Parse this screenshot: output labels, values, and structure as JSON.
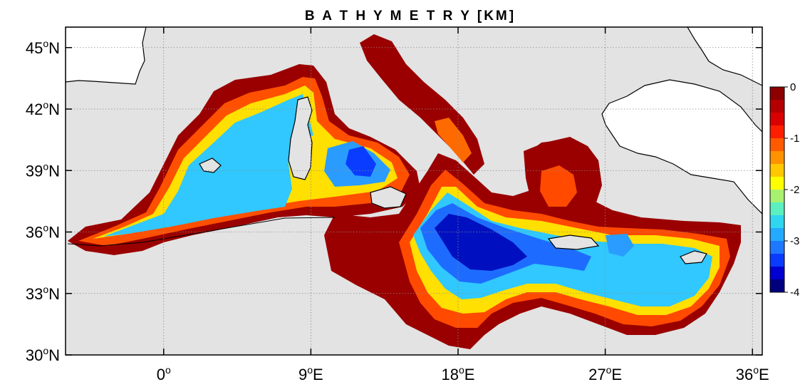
{
  "map": {
    "title": "B A T H Y M E T R Y [KM]",
    "lon_range": [
      -6,
      36.6
    ],
    "lat_range": [
      30,
      46
    ],
    "lon_ticks": [
      {
        "value": 0,
        "deg": "0",
        "hemi": ""
      },
      {
        "value": 9,
        "deg": "9",
        "hemi": "E"
      },
      {
        "value": 18,
        "deg": "18",
        "hemi": "E"
      },
      {
        "value": 27,
        "deg": "27",
        "hemi": "E"
      },
      {
        "value": 36,
        "deg": "36",
        "hemi": "E"
      }
    ],
    "lat_ticks": [
      {
        "value": 30,
        "deg": "30",
        "hemi": "N"
      },
      {
        "value": 33,
        "deg": "33",
        "hemi": "N"
      },
      {
        "value": 36,
        "deg": "36",
        "hemi": "N"
      },
      {
        "value": 39,
        "deg": "39",
        "hemi": "N"
      },
      {
        "value": 42,
        "deg": "42",
        "hemi": "N"
      },
      {
        "value": 45,
        "deg": "45",
        "hemi": "N"
      }
    ],
    "degree_symbol": "o",
    "colors": {
      "land": "#ffffff",
      "no_data": "#e3e3e3",
      "coast": "#000000",
      "grid": "#8a8a8a"
    }
  },
  "colorbar": {
    "range": [
      -4,
      0
    ],
    "ticks": [
      {
        "value": 0,
        "label": "0"
      },
      {
        "value": -1,
        "label": "-1"
      },
      {
        "value": -2,
        "label": "-2"
      },
      {
        "value": -3,
        "label": "-3"
      },
      {
        "value": -4,
        "label": "-4"
      }
    ],
    "colors": [
      "#00007f",
      "#0000d0",
      "#0a3cff",
      "#1e78ff",
      "#23aaff",
      "#30d5f0",
      "#5cf0c0",
      "#a8f070",
      "#ffff00",
      "#ffc800",
      "#ff9200",
      "#ff5a00",
      "#ff1e00",
      "#d80000",
      "#b40000",
      "#8c0000"
    ]
  }
}
